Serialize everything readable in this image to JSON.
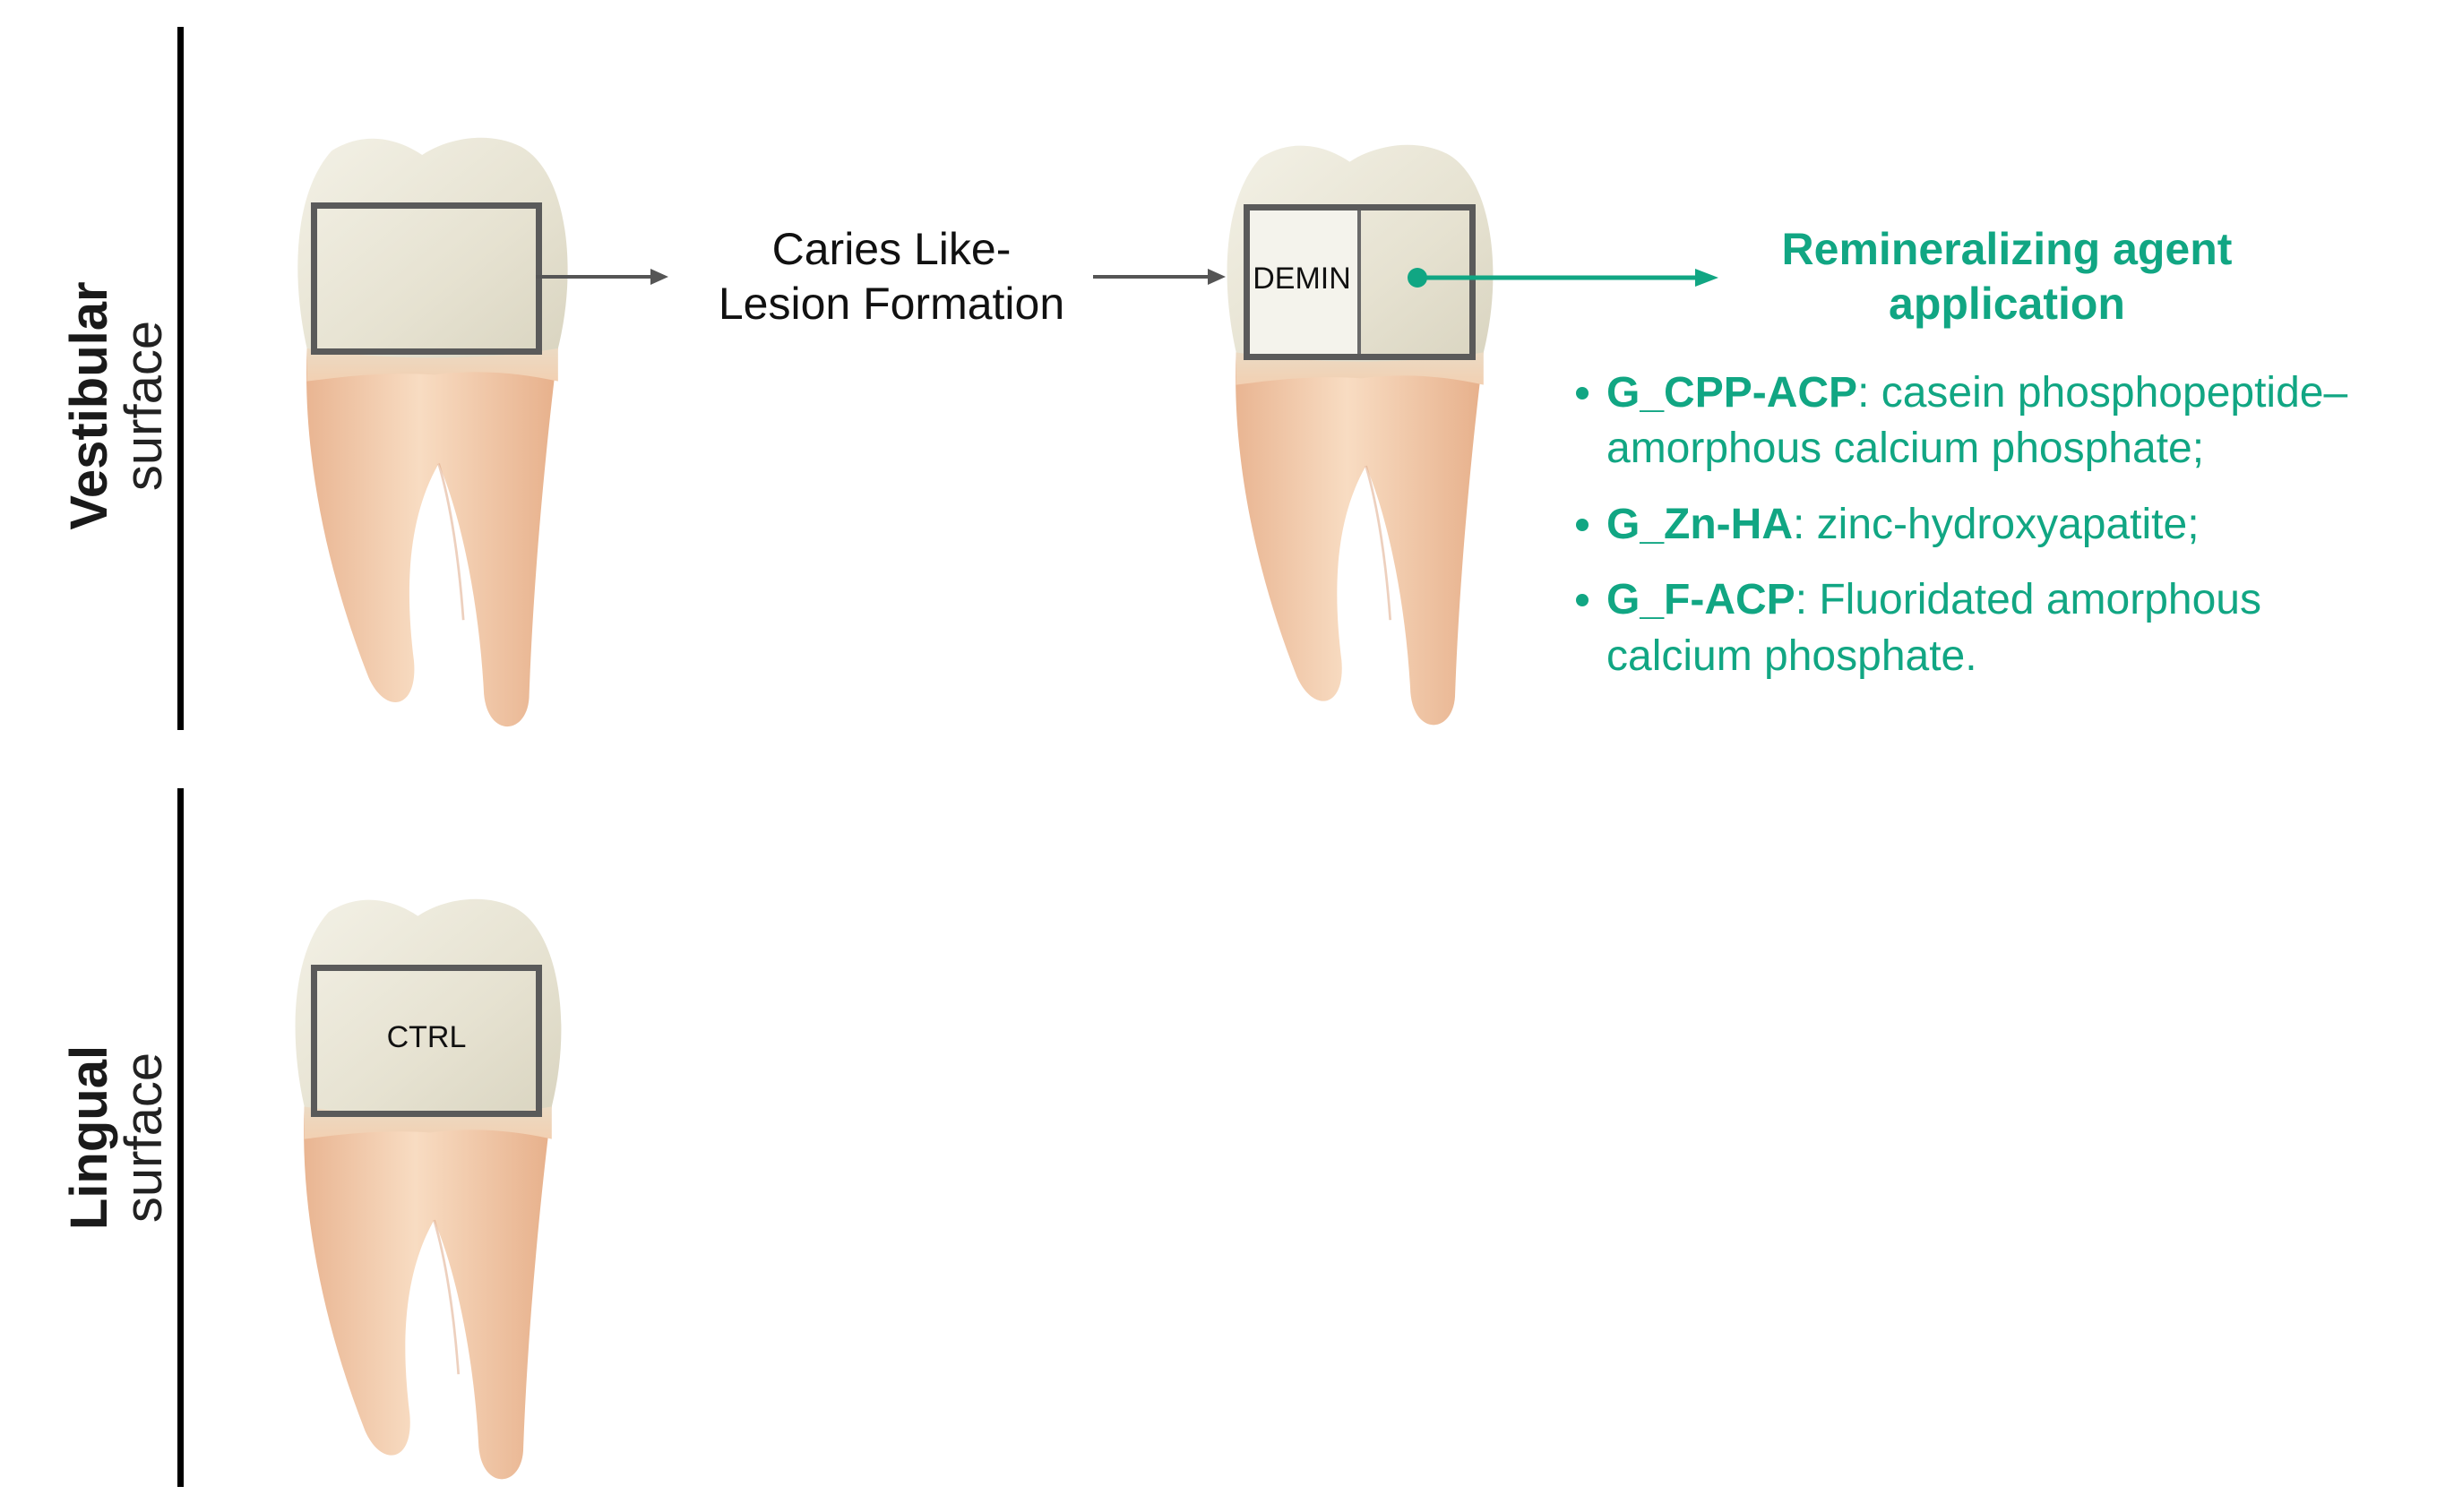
{
  "vestibular": {
    "bold": "Vestibular",
    "light": "surface"
  },
  "lingual": {
    "bold": "Lingual",
    "light": "surface"
  },
  "caries_step": {
    "line1": "Caries Like-",
    "line2": "Lesion Formation"
  },
  "demin_label": "DEMIN",
  "ctrl_label": "CTRL",
  "remin": {
    "title_line1": "Remineralizing agent",
    "title_line2": "application",
    "items": [
      {
        "code": "G_CPP-ACP",
        "sep": ": ",
        "desc": "casein phosphopeptide–amorphous calcium phosphate;"
      },
      {
        "code": "G_Zn-HA",
        "sep": ": ",
        "desc": "zinc-hydroxyapatite;"
      },
      {
        "code": "G_F-ACP",
        "sep": ": ",
        "desc": "Fluoridated amorphous calcium phosphate."
      }
    ]
  },
  "colors": {
    "accent": "#11a683",
    "box": "#5a5a5a",
    "enamel": "#e9e5d6",
    "root": "#f1c7a3"
  }
}
